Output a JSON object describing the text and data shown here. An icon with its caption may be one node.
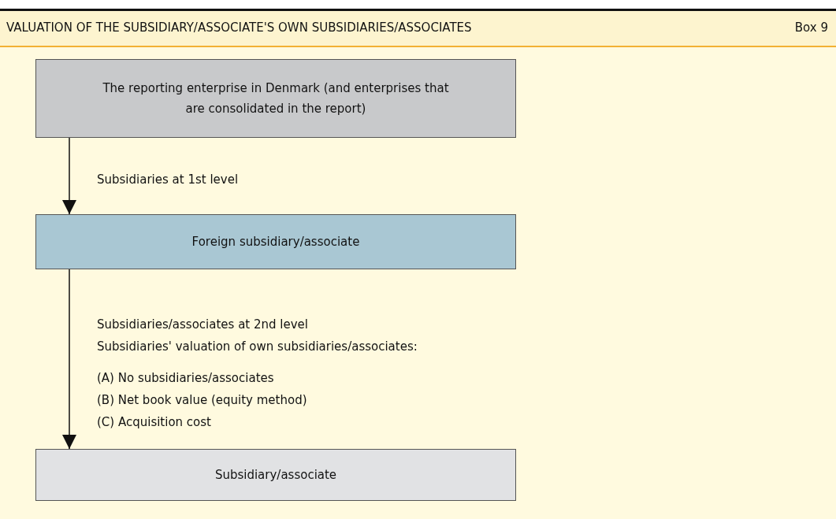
{
  "diagram": {
    "title": "VALUATION OF THE SUBSIDIARY/ASSOCIATE'S OWN SUBSIDIARIES/ASSOCIATES",
    "nodes": [
      {
        "text": [
          "The reporting enterprise in Denmark (and enterprises that are consolidated in the report)"
        ]
      },
      {
        "text": [
          "Foreign subsidiary/associate"
        ]
      },
      {
        "text": [
          "Subsidiary/associate"
        ]
      }
    ],
    "edges": [
      {
        "from": 0,
        "to": 1,
        "arrow": "to",
        "label": "Subsidiaries at 1st level"
      },
      {
        "from": 1,
        "to": 2,
        "arrow": "to",
        "label": "Subsidiaries/associates at 2nd level"
      }
    ],
    "labels": [
      "Box 9",
      "Subsidiaries' valuation of own subsidiaries/associates:",
      "(A) No subsidiaries/associates",
      "(B) Net book value (equity method)",
      "(C) Acquisition cost"
    ]
  }
}
